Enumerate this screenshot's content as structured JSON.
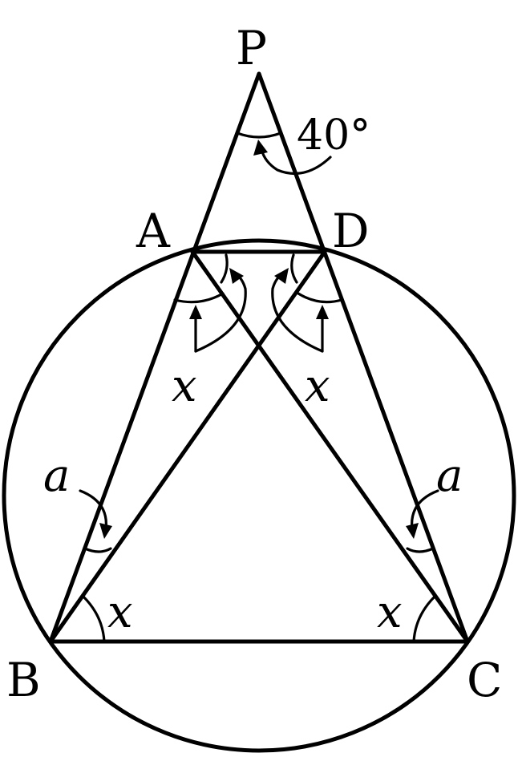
{
  "points": {
    "P": "P",
    "A": "A",
    "D": "D",
    "B": "B",
    "C": "C"
  },
  "angles": {
    "apex": "40°",
    "x_A": "x",
    "x_D": "x",
    "a_left": "a",
    "a_right": "a",
    "x_B": "x",
    "x_C": "x"
  }
}
